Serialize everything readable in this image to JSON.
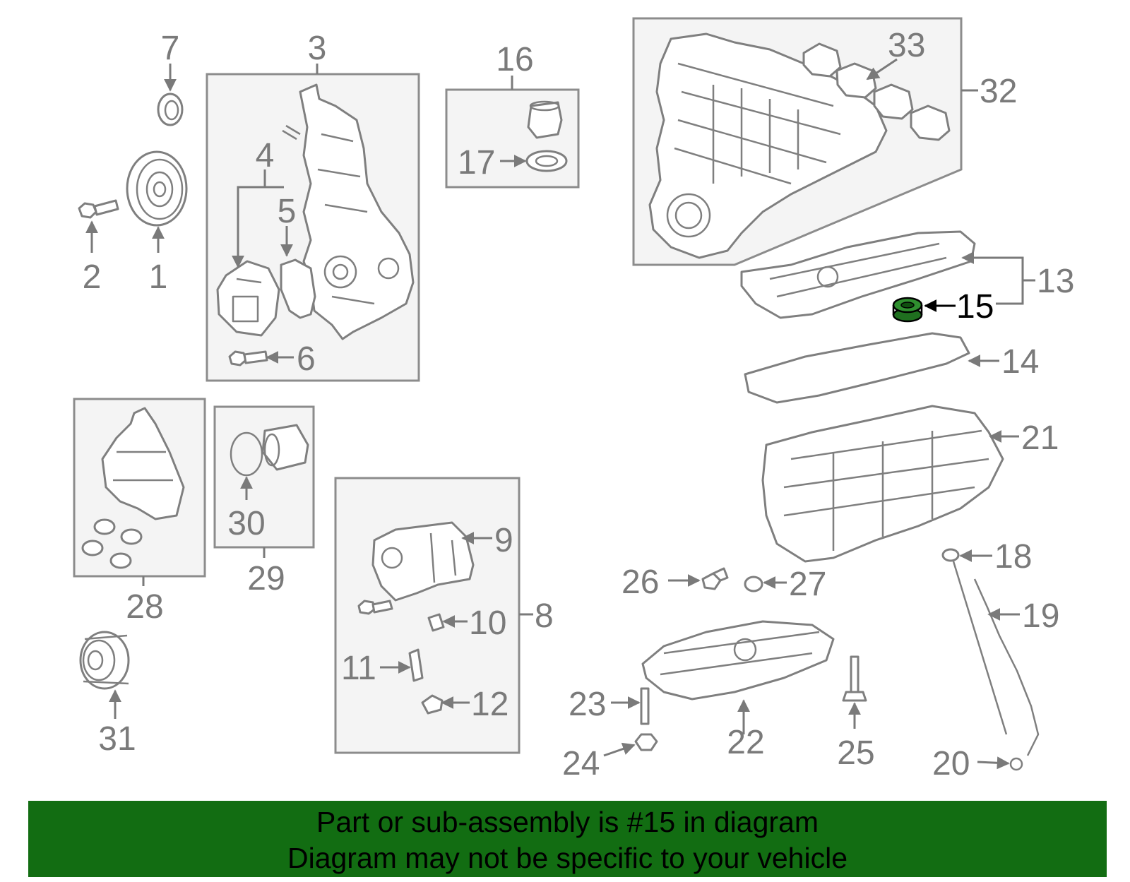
{
  "callouts": {
    "c1": "1",
    "c2": "2",
    "c3": "3",
    "c4": "4",
    "c5": "5",
    "c6": "6",
    "c7": "7",
    "c8": "8",
    "c9": "9",
    "c10": "10",
    "c11": "11",
    "c12": "12",
    "c13": "13",
    "c14": "14",
    "c15": "15",
    "c16": "16",
    "c17": "17",
    "c18": "18",
    "c19": "19",
    "c20": "20",
    "c21": "21",
    "c22": "22",
    "c23": "23",
    "c24": "24",
    "c25": "25",
    "c26": "26",
    "c27": "27",
    "c28": "28",
    "c29": "29",
    "c30": "30",
    "c31": "31",
    "c32": "32",
    "c33": "33"
  },
  "highlighted_part": "15",
  "colors": {
    "banner": "#126d12",
    "highlight": "#1f6f1f",
    "label": "#7a7a7a"
  },
  "banner": {
    "line1": "Part or sub-assembly is #15 in diagram",
    "line2": "Diagram may not be specific to your vehicle"
  }
}
